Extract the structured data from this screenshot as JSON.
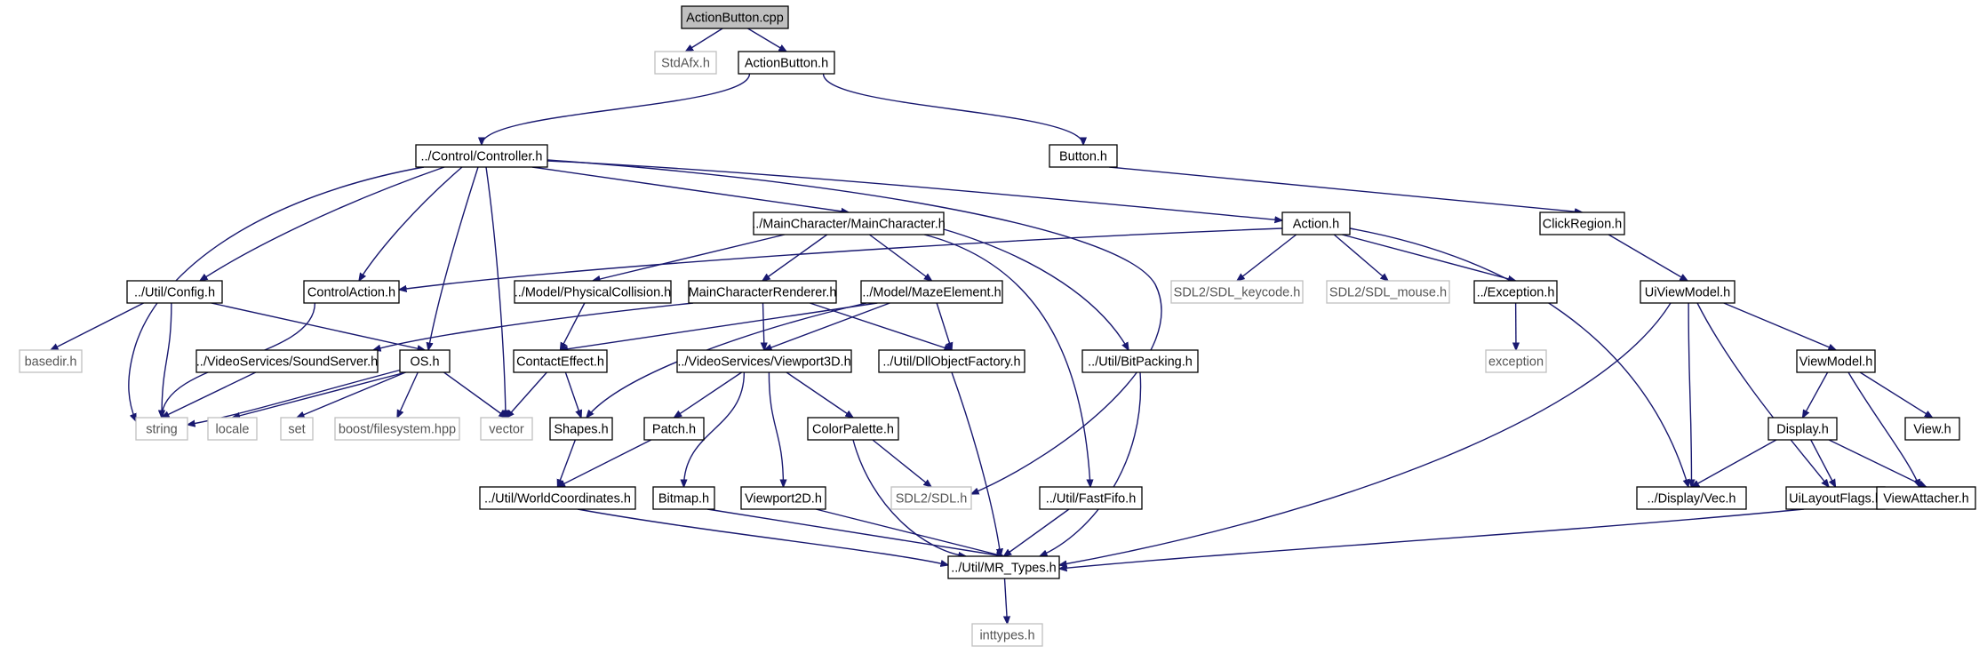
{
  "diagram": {
    "colors": {
      "edge": "#191970",
      "root_fill": "#bfbfbf",
      "external_border": "#bfbfbf",
      "node_border": "#000000"
    },
    "nodes": [
      {
        "id": "ActionButton_cpp",
        "label": "ActionButton.cpp",
        "kind": "root"
      },
      {
        "id": "StdAfx_h",
        "label": "StdAfx.h",
        "kind": "external"
      },
      {
        "id": "ActionButton_h",
        "label": "ActionButton.h",
        "kind": "internal"
      },
      {
        "id": "Controller_h",
        "label": "../Control/Controller.h",
        "kind": "internal"
      },
      {
        "id": "Button_h",
        "label": "Button.h",
        "kind": "internal"
      },
      {
        "id": "MainCharacter_h",
        "label": "../MainCharacter/MainCharacter.h",
        "kind": "internal"
      },
      {
        "id": "Action_h",
        "label": "Action.h",
        "kind": "internal"
      },
      {
        "id": "ClickRegion_h",
        "label": "ClickRegion.h",
        "kind": "internal"
      },
      {
        "id": "Config_h",
        "label": "../Util/Config.h",
        "kind": "internal"
      },
      {
        "id": "ControlAction_h",
        "label": "ControlAction.h",
        "kind": "internal"
      },
      {
        "id": "PhysicalCollision_h",
        "label": "../Model/PhysicalCollision.h",
        "kind": "internal"
      },
      {
        "id": "MainCharacterRenderer_h",
        "label": "MainCharacterRenderer.h",
        "kind": "internal"
      },
      {
        "id": "MazeElement_h",
        "label": "../Model/MazeElement.h",
        "kind": "internal"
      },
      {
        "id": "SDL_keycode_h",
        "label": "SDL2/SDL_keycode.h",
        "kind": "external"
      },
      {
        "id": "SDL_mouse_h",
        "label": "SDL2/SDL_mouse.h",
        "kind": "external"
      },
      {
        "id": "Exception_h",
        "label": "../Exception.h",
        "kind": "internal"
      },
      {
        "id": "UiViewModel_h",
        "label": "UiViewModel.h",
        "kind": "internal"
      },
      {
        "id": "basedir_h",
        "label": "basedir.h",
        "kind": "external"
      },
      {
        "id": "SoundServer_h",
        "label": "../VideoServices/SoundServer.h",
        "kind": "internal"
      },
      {
        "id": "OS_h",
        "label": "OS.h",
        "kind": "internal"
      },
      {
        "id": "ContactEffect_h",
        "label": "ContactEffect.h",
        "kind": "internal"
      },
      {
        "id": "Viewport3D_h",
        "label": "../VideoServices/Viewport3D.h",
        "kind": "internal"
      },
      {
        "id": "DllObjectFactory_h",
        "label": "../Util/DllObjectFactory.h",
        "kind": "internal"
      },
      {
        "id": "BitPacking_h",
        "label": "../Util/BitPacking.h",
        "kind": "internal"
      },
      {
        "id": "exception",
        "label": "exception",
        "kind": "external"
      },
      {
        "id": "ViewModel_h",
        "label": "ViewModel.h",
        "kind": "internal"
      },
      {
        "id": "string",
        "label": "string",
        "kind": "external"
      },
      {
        "id": "locale",
        "label": "locale",
        "kind": "external"
      },
      {
        "id": "set",
        "label": "set",
        "kind": "external"
      },
      {
        "id": "boost_filesystem_hpp",
        "label": "boost/filesystem.hpp",
        "kind": "external"
      },
      {
        "id": "vector",
        "label": "vector",
        "kind": "external"
      },
      {
        "id": "Shapes_h",
        "label": "Shapes.h",
        "kind": "internal"
      },
      {
        "id": "Patch_h",
        "label": "Patch.h",
        "kind": "internal"
      },
      {
        "id": "ColorPalette_h",
        "label": "ColorPalette.h",
        "kind": "internal"
      },
      {
        "id": "Display_h",
        "label": "Display.h",
        "kind": "internal"
      },
      {
        "id": "View_h",
        "label": "View.h",
        "kind": "internal"
      },
      {
        "id": "WorldCoordinates_h",
        "label": "../Util/WorldCoordinates.h",
        "kind": "internal"
      },
      {
        "id": "Bitmap_h",
        "label": "Bitmap.h",
        "kind": "internal"
      },
      {
        "id": "Viewport2D_h",
        "label": "Viewport2D.h",
        "kind": "internal"
      },
      {
        "id": "SDL_h",
        "label": "SDL2/SDL.h",
        "kind": "external"
      },
      {
        "id": "FastFifo_h",
        "label": "../Util/FastFifo.h",
        "kind": "internal"
      },
      {
        "id": "Vec_h",
        "label": "../Display/Vec.h",
        "kind": "internal"
      },
      {
        "id": "UiLayoutFlags_h",
        "label": "UiLayoutFlags.h",
        "kind": "internal"
      },
      {
        "id": "ViewAttacher_h",
        "label": "ViewAttacher.h",
        "kind": "internal"
      },
      {
        "id": "MR_Types_h",
        "label": "../Util/MR_Types.h",
        "kind": "internal"
      },
      {
        "id": "inttypes_h",
        "label": "inttypes.h",
        "kind": "external"
      }
    ],
    "edges": [
      {
        "from": "ActionButton_cpp",
        "to": "StdAfx_h"
      },
      {
        "from": "ActionButton_cpp",
        "to": "ActionButton_h"
      },
      {
        "from": "ActionButton_h",
        "to": "Controller_h"
      },
      {
        "from": "ActionButton_h",
        "to": "Button_h"
      },
      {
        "from": "Controller_h",
        "to": "MainCharacter_h"
      },
      {
        "from": "Controller_h",
        "to": "Action_h"
      },
      {
        "from": "Controller_h",
        "to": "Config_h"
      },
      {
        "from": "Controller_h",
        "to": "ControlAction_h"
      },
      {
        "from": "Controller_h",
        "to": "OS_h"
      },
      {
        "from": "Controller_h",
        "to": "string"
      },
      {
        "from": "Controller_h",
        "to": "vector"
      },
      {
        "from": "Controller_h",
        "to": "SDL_h"
      },
      {
        "from": "Button_h",
        "to": "ClickRegion_h"
      },
      {
        "from": "MainCharacter_h",
        "to": "PhysicalCollision_h"
      },
      {
        "from": "MainCharacter_h",
        "to": "MainCharacterRenderer_h"
      },
      {
        "from": "MainCharacter_h",
        "to": "MazeElement_h"
      },
      {
        "from": "MainCharacter_h",
        "to": "BitPacking_h"
      },
      {
        "from": "MainCharacter_h",
        "to": "FastFifo_h"
      },
      {
        "from": "Action_h",
        "to": "ControlAction_h"
      },
      {
        "from": "Action_h",
        "to": "SDL_keycode_h"
      },
      {
        "from": "Action_h",
        "to": "SDL_mouse_h"
      },
      {
        "from": "Action_h",
        "to": "Exception_h"
      },
      {
        "from": "Action_h",
        "to": "Vec_h"
      },
      {
        "from": "ClickRegion_h",
        "to": "UiViewModel_h"
      },
      {
        "from": "Config_h",
        "to": "basedir_h"
      },
      {
        "from": "Config_h",
        "to": "string"
      },
      {
        "from": "Config_h",
        "to": "OS_h"
      },
      {
        "from": "ControlAction_h",
        "to": "string"
      },
      {
        "from": "PhysicalCollision_h",
        "to": "ContactEffect_h"
      },
      {
        "from": "MainCharacterRenderer_h",
        "to": "SoundServer_h"
      },
      {
        "from": "MainCharacterRenderer_h",
        "to": "Viewport3D_h"
      },
      {
        "from": "MainCharacterRenderer_h",
        "to": "DllObjectFactory_h"
      },
      {
        "from": "MazeElement_h",
        "to": "ContactEffect_h"
      },
      {
        "from": "MazeElement_h",
        "to": "Viewport3D_h"
      },
      {
        "from": "MazeElement_h",
        "to": "DllObjectFactory_h"
      },
      {
        "from": "MazeElement_h",
        "to": "Shapes_h"
      },
      {
        "from": "Exception_h",
        "to": "exception"
      },
      {
        "from": "UiViewModel_h",
        "to": "ViewModel_h"
      },
      {
        "from": "UiViewModel_h",
        "to": "Vec_h"
      },
      {
        "from": "UiViewModel_h",
        "to": "UiLayoutFlags_h"
      },
      {
        "from": "UiViewModel_h",
        "to": "MR_Types_h"
      },
      {
        "from": "SoundServer_h",
        "to": "string"
      },
      {
        "from": "OS_h",
        "to": "string"
      },
      {
        "from": "OS_h",
        "to": "locale"
      },
      {
        "from": "OS_h",
        "to": "set"
      },
      {
        "from": "OS_h",
        "to": "boost_filesystem_hpp"
      },
      {
        "from": "OS_h",
        "to": "vector"
      },
      {
        "from": "ContactEffect_h",
        "to": "vector"
      },
      {
        "from": "ContactEffect_h",
        "to": "Shapes_h"
      },
      {
        "from": "Viewport3D_h",
        "to": "Patch_h"
      },
      {
        "from": "Viewport3D_h",
        "to": "ColorPalette_h"
      },
      {
        "from": "Viewport3D_h",
        "to": "Bitmap_h"
      },
      {
        "from": "Viewport3D_h",
        "to": "Viewport2D_h"
      },
      {
        "from": "DllObjectFactory_h",
        "to": "MR_Types_h"
      },
      {
        "from": "BitPacking_h",
        "to": "MR_Types_h"
      },
      {
        "from": "ViewModel_h",
        "to": "Display_h"
      },
      {
        "from": "ViewModel_h",
        "to": "View_h"
      },
      {
        "from": "ViewModel_h",
        "to": "ViewAttacher_h"
      },
      {
        "from": "Shapes_h",
        "to": "WorldCoordinates_h"
      },
      {
        "from": "Patch_h",
        "to": "WorldCoordinates_h"
      },
      {
        "from": "ColorPalette_h",
        "to": "SDL_h"
      },
      {
        "from": "ColorPalette_h",
        "to": "MR_Types_h"
      },
      {
        "from": "Display_h",
        "to": "Vec_h"
      },
      {
        "from": "Display_h",
        "to": "UiLayoutFlags_h"
      },
      {
        "from": "Display_h",
        "to": "ViewAttacher_h"
      },
      {
        "from": "WorldCoordinates_h",
        "to": "MR_Types_h"
      },
      {
        "from": "Bitmap_h",
        "to": "MR_Types_h"
      },
      {
        "from": "Viewport2D_h",
        "to": "MR_Types_h"
      },
      {
        "from": "FastFifo_h",
        "to": "MR_Types_h"
      },
      {
        "from": "UiLayoutFlags_h",
        "to": "MR_Types_h"
      },
      {
        "from": "MR_Types_h",
        "to": "inttypes_h"
      }
    ]
  }
}
